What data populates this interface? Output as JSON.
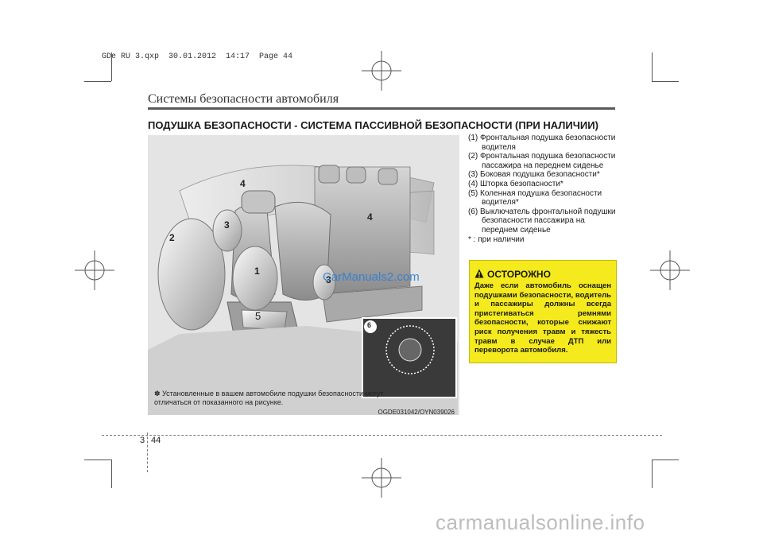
{
  "print_header": "GDe RU 3.qxp  30.01.2012  14:17  Page 44",
  "section_title": "Системы безопасности автомобиля",
  "main_heading": "ПОДУШКА БЕЗОПАСНОСТИ - СИСТЕМА ПАССИВНОЙ БЕЗОПАСНОСТИ (ПРИ НАЛИЧИИ)",
  "figure": {
    "callouts": [
      "4",
      "3",
      "2",
      "1",
      "5",
      "3",
      "4",
      "6"
    ],
    "watermark": "CarManuals2.com",
    "caption": "✽ Установленные в вашем автомобиле подушки безопасности могут отличаться от показанного на рисунке.",
    "code": "OGDE031042/OYN039026"
  },
  "legend": [
    "(1) Фронтальная подушка безопасности водителя",
    "(2) Фронтальная подушка безопасности пассажира на переднем сиденье",
    "(3) Боковая подушка безопасности*",
    "(4) Шторка безопасности*",
    "(5) Коленная подушка безопасности водителя*",
    "(6) Выключатель фронтальной подушки безопасности пассажира на переднем сиденье",
    "* : при наличии"
  ],
  "warning": {
    "heading": "ОСТОРОЖНО",
    "body": "Даже если автомобиль оснащен подушками безопасности, водитель и пассажиры должны всегда пристегиваться ремнями безопасности, которые снижают риск получения травм и тяжесть травм в случае ДТП или переворота автомобиля."
  },
  "page_number": {
    "chapter": "3",
    "page": "44"
  },
  "site_footer": "carmanualsonline.info"
}
